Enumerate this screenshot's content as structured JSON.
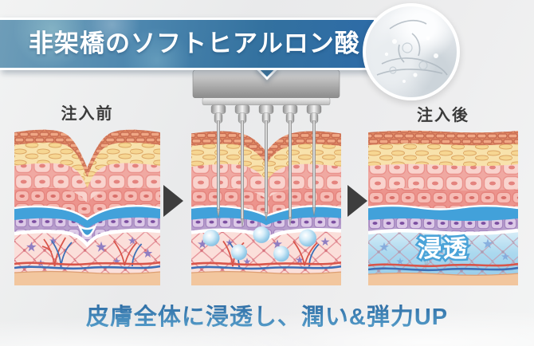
{
  "banner": {
    "title": "非架橋のソフトヒアルロン酸"
  },
  "photo": {
    "icon": "water-splash-photo"
  },
  "panels": {
    "before": {
      "label": "注入前"
    },
    "during": {
      "label": ""
    },
    "after": {
      "label": "注入後",
      "overlay_label": "浸透"
    }
  },
  "arrows": {
    "icon": "arrow-right"
  },
  "caption": {
    "text": "皮膚全体に浸透し、潤い&弾力UP"
  },
  "colors": {
    "banner_blue": "#2d6ba7",
    "caption_blue_top": "#2d6ca4",
    "caption_blue_bottom": "#58a0cc",
    "arrow_gray": "#3e3e3e",
    "hyaluron_blue": "#8ec6e6",
    "dermis_pink": "#fbdfda",
    "penetration_blue": "#a9d8ef",
    "band_blue": "#42a1da",
    "subcutis_tan": "#f2c69e"
  }
}
